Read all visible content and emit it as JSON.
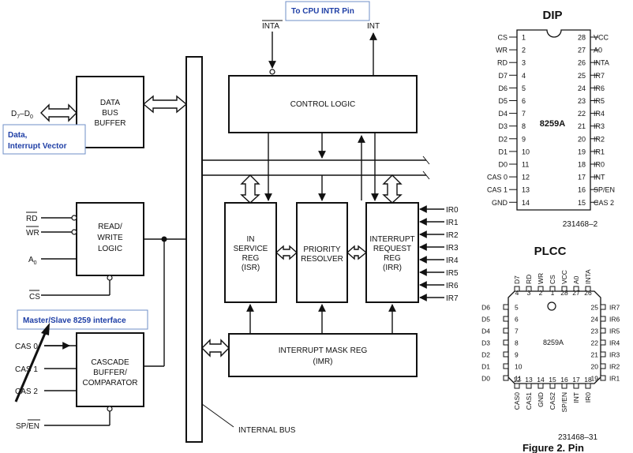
{
  "callouts": {
    "cpu_intr": "To CPU INTR Pin",
    "data_line1": "Data,",
    "data_line2": "Interrupt Vector",
    "master_slave": "Master/Slave 8259 interface"
  },
  "blocks": {
    "data_bus_1": "DATA",
    "data_bus_2": "BUS",
    "data_bus_3": "BUFFER",
    "rw_1": "READ/",
    "rw_2": "WRITE",
    "rw_3": "LOGIC",
    "cascade_1": "CASCADE",
    "cascade_2": "BUFFER/",
    "cascade_3": "COMPARATOR",
    "control": "CONTROL LOGIC",
    "isr_1": "IN",
    "isr_2": "SERVICE",
    "isr_3": "REG",
    "isr_4": "(ISR)",
    "pr_1": "PRIORITY",
    "pr_2": "RESOLVER",
    "irr_1": "INTERRUPT",
    "irr_2": "REQUEST",
    "irr_3": "REG",
    "irr_4": "(IRR)",
    "imr_1": "INTERRUPT MASK REG",
    "imr_2": "(IMR)"
  },
  "signals": {
    "inta": "INTA",
    "int": "INT",
    "d_main": "D",
    "d_sub1": "7",
    "d_dash": "–D",
    "d_sub2": "0",
    "rd": "RD",
    "wr": "WR",
    "a_main": "A",
    "a_sub": "0",
    "cs": "CS",
    "cas0": "CAS 0",
    "cas1": "CAS 1",
    "cas2": "CAS 2",
    "sp": "SP",
    "en": "EN",
    "internal_bus": "INTERNAL BUS",
    "ir": [
      "IR0",
      "IR1",
      "IR2",
      "IR3",
      "IR4",
      "IR5",
      "IR6",
      "IR7"
    ]
  },
  "dip": {
    "title": "DIP",
    "chip": "8259A",
    "code": "231468–2",
    "left": [
      {
        "n": "1",
        "l": "CS"
      },
      {
        "n": "2",
        "l": "WR"
      },
      {
        "n": "3",
        "l": "RD"
      },
      {
        "n": "4",
        "l": "D7"
      },
      {
        "n": "5",
        "l": "D6"
      },
      {
        "n": "6",
        "l": "D5"
      },
      {
        "n": "7",
        "l": "D4"
      },
      {
        "n": "8",
        "l": "D3"
      },
      {
        "n": "9",
        "l": "D2"
      },
      {
        "n": "10",
        "l": "D1"
      },
      {
        "n": "11",
        "l": "D0"
      },
      {
        "n": "12",
        "l": "CAS 0"
      },
      {
        "n": "13",
        "l": "CAS 1"
      },
      {
        "n": "14",
        "l": "GND"
      }
    ],
    "right": [
      {
        "n": "28",
        "l": "VCC"
      },
      {
        "n": "27",
        "l": "A0"
      },
      {
        "n": "26",
        "l": "INTA"
      },
      {
        "n": "25",
        "l": "IR7"
      },
      {
        "n": "24",
        "l": "IR6"
      },
      {
        "n": "23",
        "l": "IR5"
      },
      {
        "n": "22",
        "l": "IR4"
      },
      {
        "n": "21",
        "l": "IR3"
      },
      {
        "n": "20",
        "l": "IR2"
      },
      {
        "n": "19",
        "l": "IR1"
      },
      {
        "n": "18",
        "l": "IR0"
      },
      {
        "n": "17",
        "l": "INT"
      },
      {
        "n": "16",
        "l": "SP/EN"
      },
      {
        "n": "15",
        "l": "CAS 2"
      }
    ]
  },
  "plcc": {
    "title": "PLCC",
    "chip": "8259A",
    "code": "231468–31",
    "caption": "Figure 2. Pin",
    "top": [
      {
        "n": "4",
        "l": "D7"
      },
      {
        "n": "3",
        "l": "RD"
      },
      {
        "n": "2",
        "l": "WR"
      },
      {
        "n": "1",
        "l": "CS"
      },
      {
        "n": "28",
        "l": "VCC"
      },
      {
        "n": "27",
        "l": "A0"
      },
      {
        "n": "26",
        "l": "INTA"
      }
    ],
    "left": [
      {
        "n": "5",
        "l": "D6"
      },
      {
        "n": "6",
        "l": "D5"
      },
      {
        "n": "7",
        "l": "D4"
      },
      {
        "n": "8",
        "l": "D3"
      },
      {
        "n": "9",
        "l": "D2"
      },
      {
        "n": "10",
        "l": "D1"
      },
      {
        "n": "11",
        "l": "D0"
      }
    ],
    "right": [
      {
        "n": "25",
        "l": "IR7"
      },
      {
        "n": "24",
        "l": "IR6"
      },
      {
        "n": "23",
        "l": "IR5"
      },
      {
        "n": "22",
        "l": "IR4"
      },
      {
        "n": "21",
        "l": "IR3"
      },
      {
        "n": "20",
        "l": "IR2"
      },
      {
        "n": "19",
        "l": "IR1"
      }
    ],
    "bottom": [
      {
        "n": "12",
        "l": "CAS0"
      },
      {
        "n": "13",
        "l": "CAS1"
      },
      {
        "n": "14",
        "l": "GND"
      },
      {
        "n": "15",
        "l": "CAS2"
      },
      {
        "n": "16",
        "l": "SP/EN"
      },
      {
        "n": "17",
        "l": "INT"
      },
      {
        "n": "18",
        "l": "IR0"
      }
    ]
  }
}
